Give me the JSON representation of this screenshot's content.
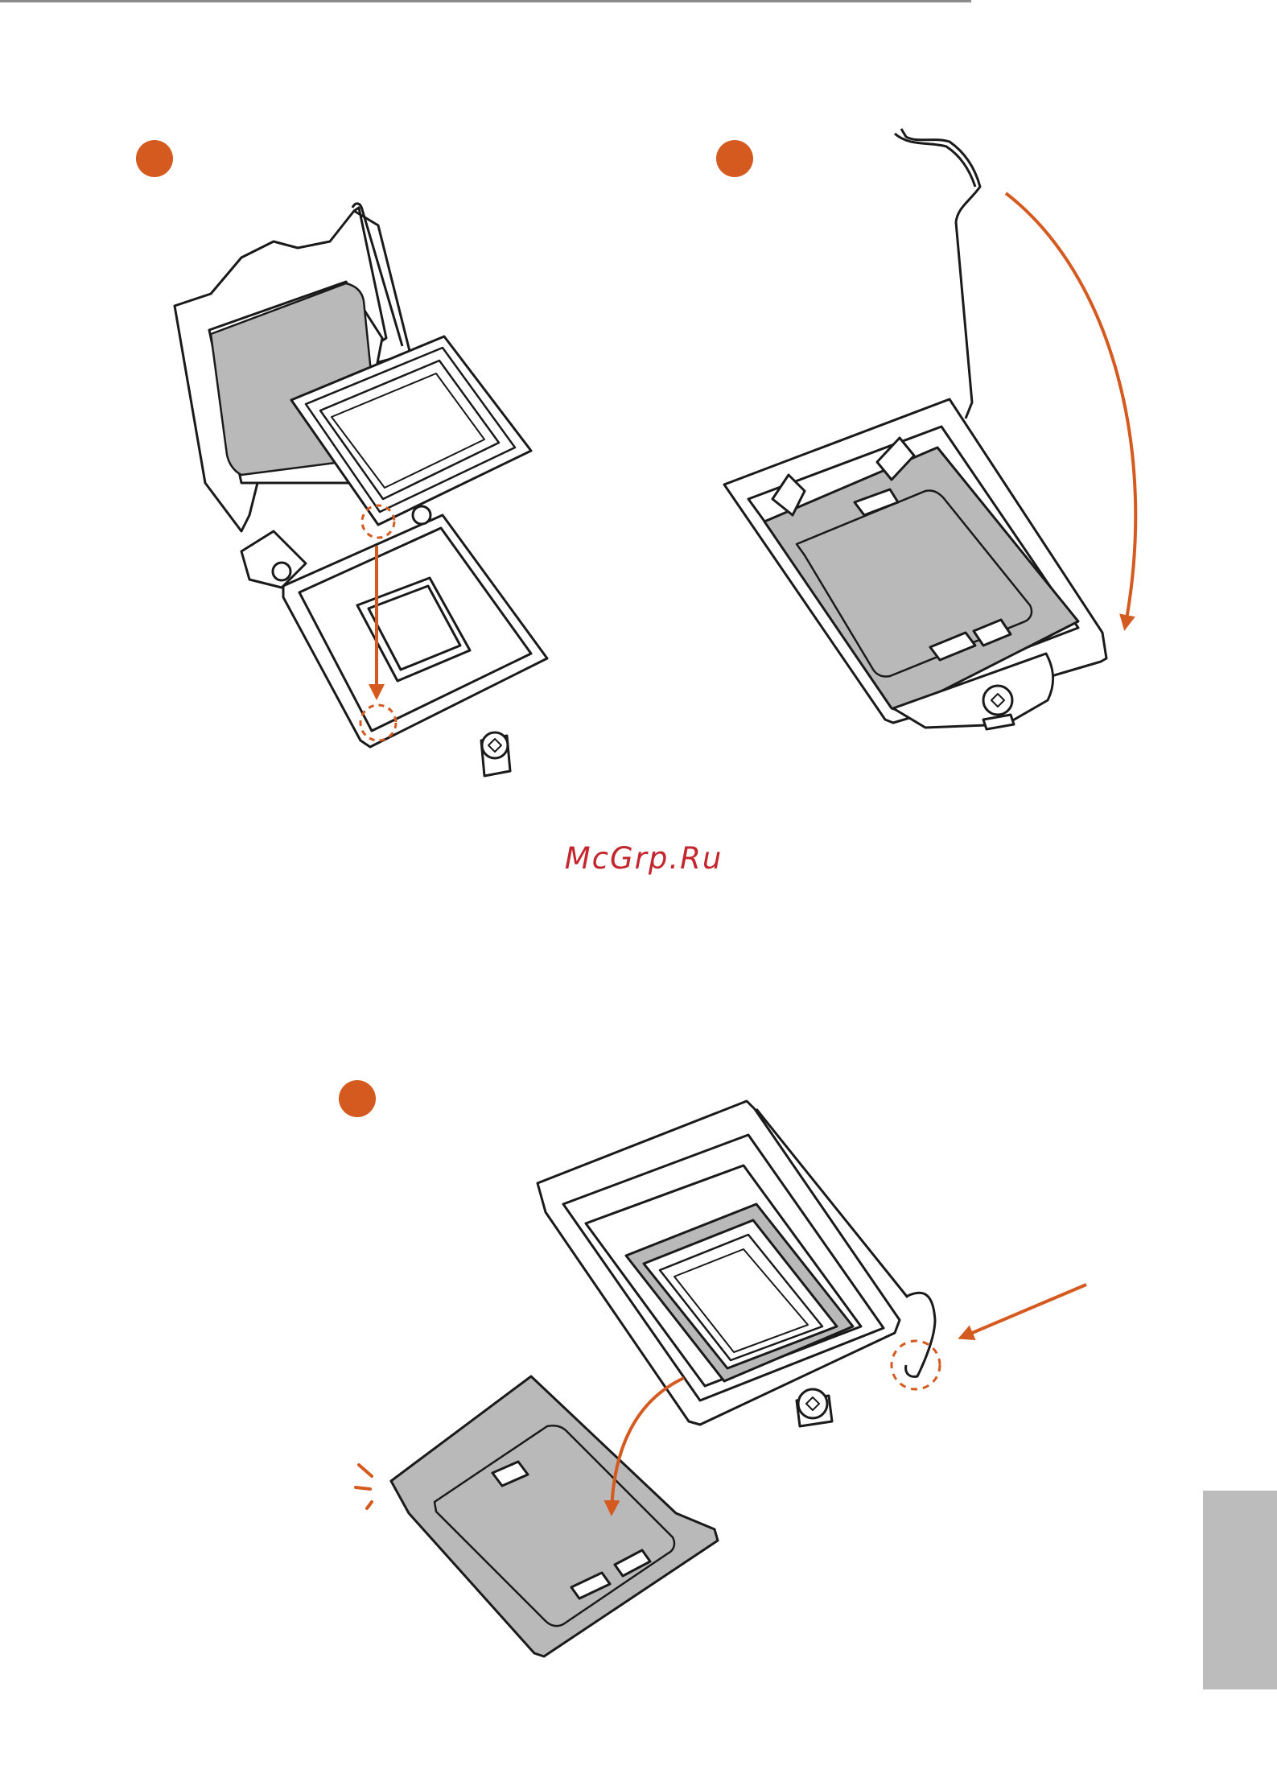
{
  "colors": {
    "accent": "#d45a1f",
    "watermark": "#c4262e",
    "rule": "#8a8a8a",
    "tab": "#bcbcbc",
    "plate": "#b9b9b9",
    "line": "#1a1a1a"
  },
  "watermark": {
    "text": "McGrp.Ru"
  },
  "steps": [
    {
      "illustration": "cpu-insertion-alignment"
    },
    {
      "illustration": "close-load-plate"
    },
    {
      "illustration": "remove-pnp-cap"
    }
  ]
}
